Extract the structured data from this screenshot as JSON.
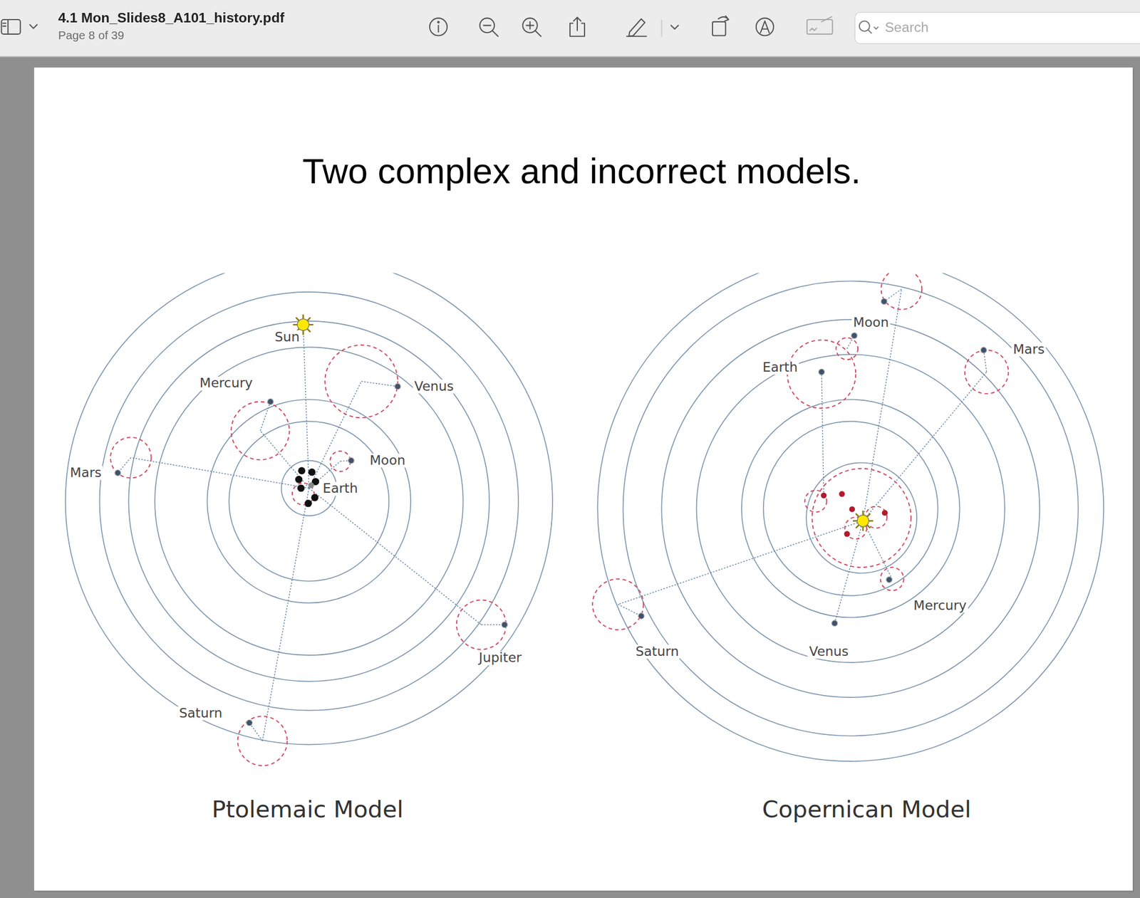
{
  "diagram": {
    "title": "Two complex and incorrect models.",
    "labels": [
      "4.1 Mon_Slides8_A101_history.pdf",
      "Page 8 of 39",
      "Search",
      "Sun",
      "Mercury",
      "Venus",
      "Moon",
      "Earth",
      "Mars",
      "Jupiter",
      "Saturn",
      "Ptolemaic Model",
      "Moon",
      "Earth",
      "Mars",
      "Saturn",
      "Venus",
      "Mercury",
      "Copernican Model"
    ]
  }
}
